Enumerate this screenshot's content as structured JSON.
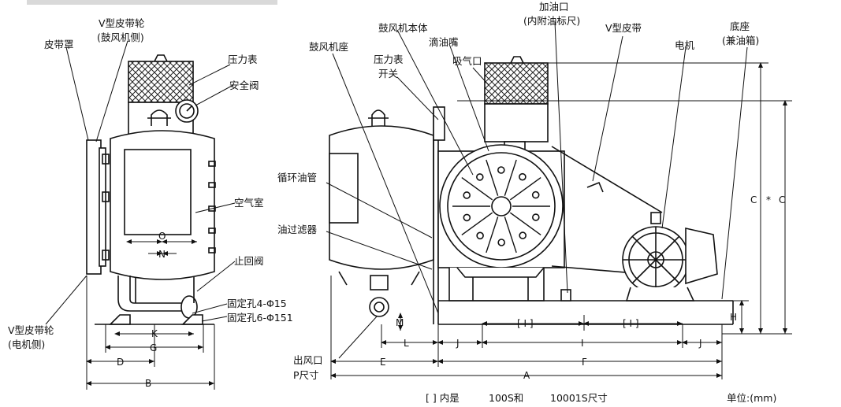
{
  "labels": {
    "belt_cover": "皮带罩",
    "v_pulley_blower_1": "V型皮带轮",
    "v_pulley_blower_2": "(鼓风机侧)",
    "pressure_gauge": "压力表",
    "safety_valve": "安全阀",
    "air_chamber": "空气室",
    "check_valve": "止回阀",
    "fix_hole_1": "固定孔4-Φ15",
    "fix_hole_2": "固定孔6-Φ151",
    "v_pulley_motor_1": "V型皮带轮",
    "v_pulley_motor_2": "(电机侧)",
    "blower_seat": "鼓风机座",
    "gauge_switch_1": "压力表",
    "gauge_switch_2": "开关",
    "circ_oil_pipe": "循环油管",
    "oil_filter": "油过滤器",
    "outlet_1": "出风口",
    "outlet_2": "P尺寸",
    "blower_body": "鼓风机本体",
    "oil_nozzle": "滴油嘴",
    "suction": "吸气口",
    "oil_fill_1": "加油口",
    "oil_fill_2": "(内附油标尺)",
    "v_belt": "V型皮带",
    "motor": "电机",
    "base_1": "底座",
    "base_2": "(兼油箱)",
    "note_brackets": "[ ] 内是",
    "note_models": "100S和",
    "note_size": "10001S尺寸",
    "unit": "单位:(mm)"
  },
  "dimensions": {
    "O": "O",
    "N": "N",
    "K": "K",
    "G": "G",
    "D": "D",
    "B": "B",
    "M": "M",
    "L": "L",
    "J1": "J",
    "I_bracket_1": "[ I ]",
    "I_bracket_2": "[ I ]",
    "I": "I",
    "J2": "J",
    "E": "E",
    "F": "F",
    "A": "A",
    "H": "H",
    "C_left": "C",
    "C_star": "*",
    "C_right": "C"
  }
}
